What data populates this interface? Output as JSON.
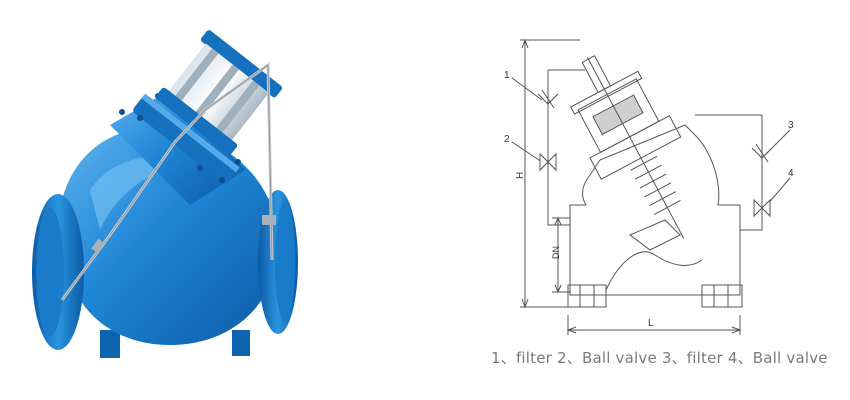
{
  "drawing": {
    "callouts": [
      "1",
      "2",
      "3",
      "4"
    ],
    "dimensions": {
      "height": "H",
      "nominal_diameter": "DN",
      "length": "L"
    }
  },
  "caption": "1、filter 2、Ball valve 3、filter 4、Ball valve",
  "colors": {
    "valve_body": "#1f86d6",
    "valve_shadow": "#0d5aa6",
    "valve_light": "#5fb3ee",
    "line_art": "#555555"
  }
}
